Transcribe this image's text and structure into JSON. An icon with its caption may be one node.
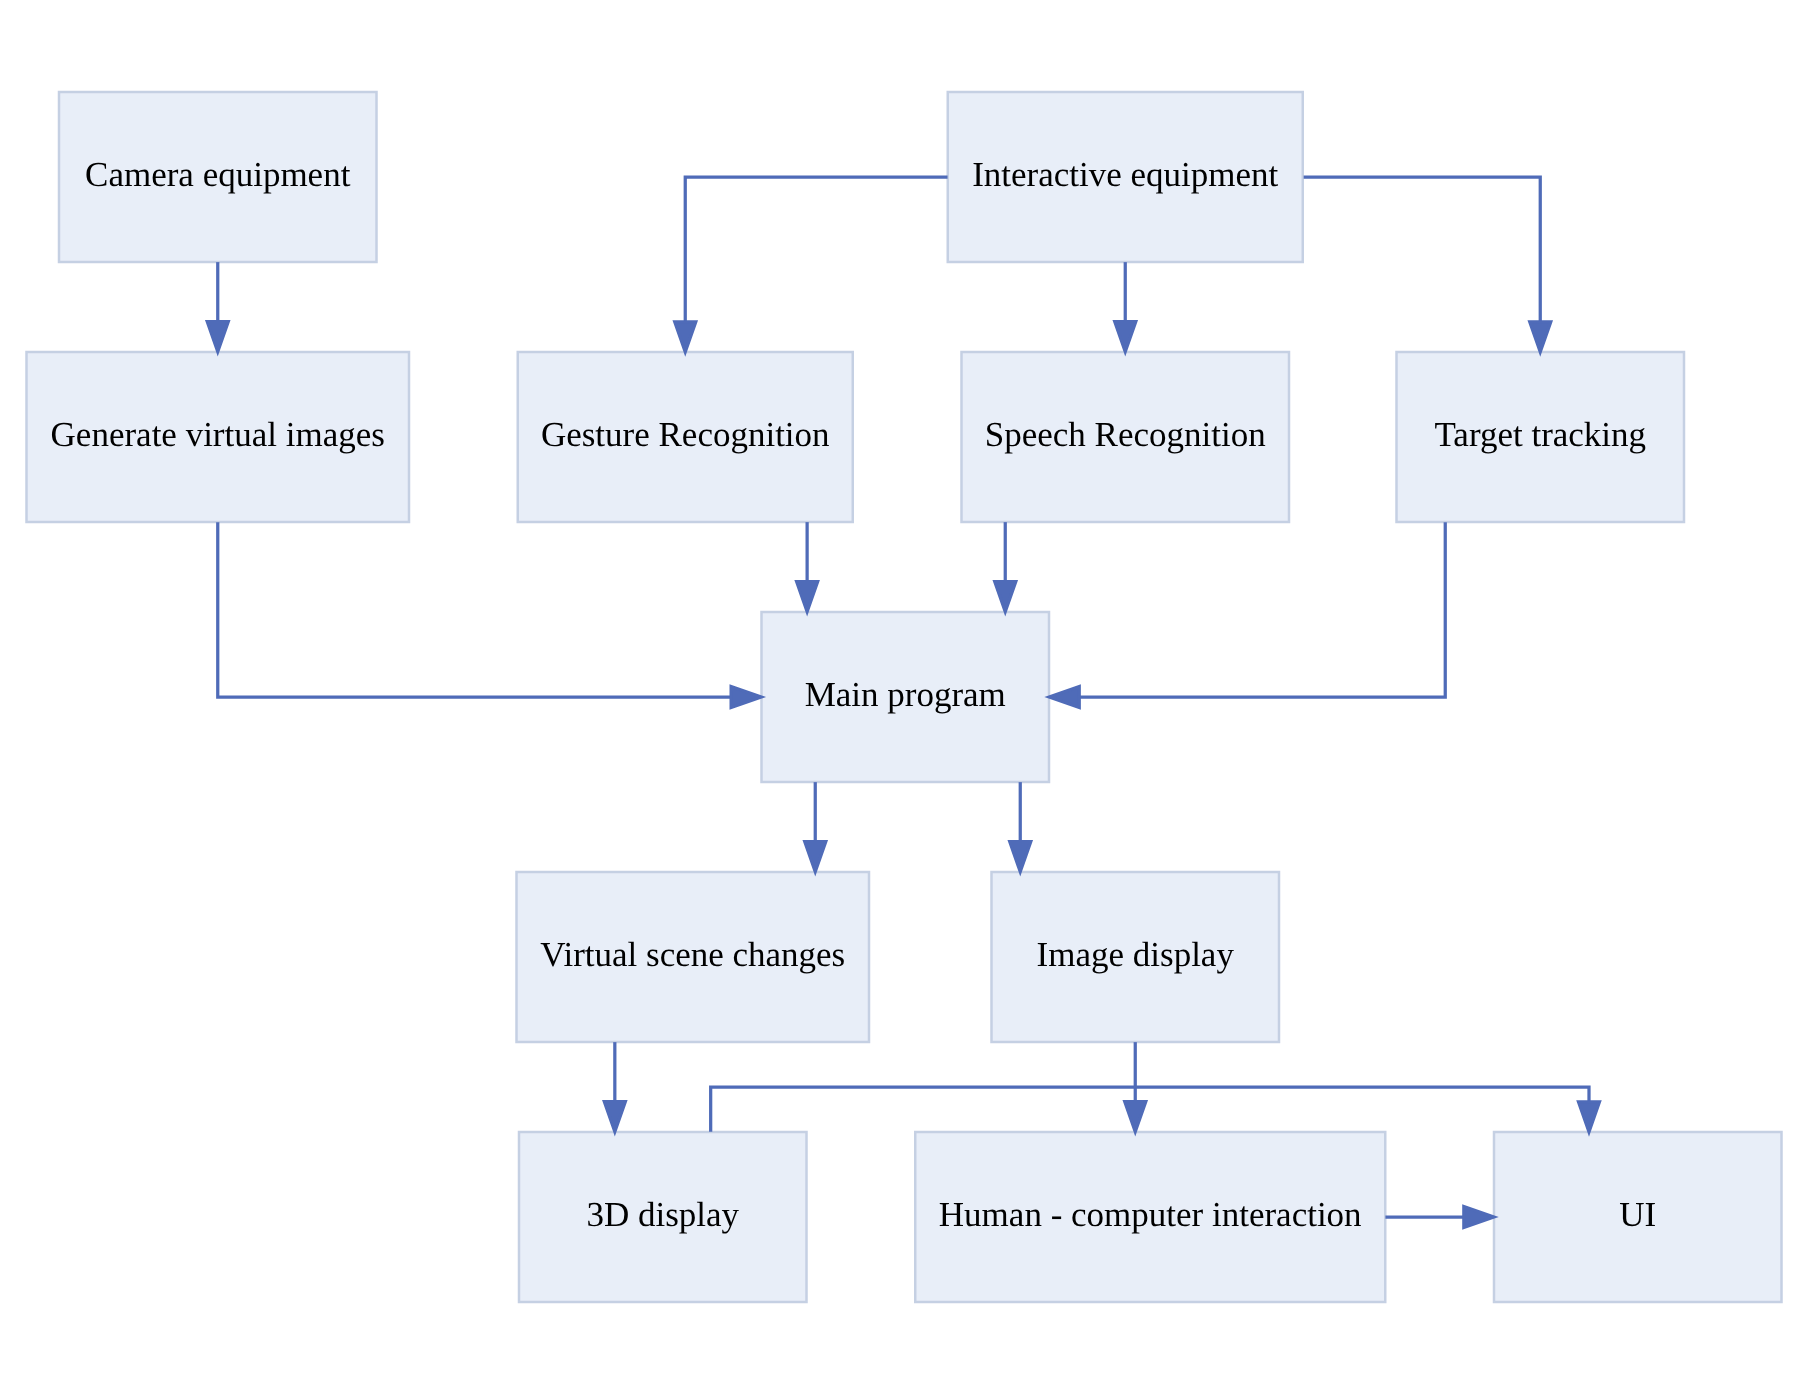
{
  "diagram": {
    "nodes": [
      {
        "text": [
          "Camera equipment"
        ]
      },
      {
        "text": [
          "Interactive equipment"
        ]
      },
      {
        "text": [
          "Generate virtual images"
        ]
      },
      {
        "text": [
          "Gesture Recognition"
        ]
      },
      {
        "text": [
          "Speech Recognition"
        ]
      },
      {
        "text": [
          "Target tracking"
        ]
      },
      {
        "text": [
          "Main program"
        ]
      },
      {
        "text": [
          "Virtual scene changes"
        ]
      },
      {
        "text": [
          "Image display"
        ]
      },
      {
        "text": [
          "3D display"
        ]
      },
      {
        "text": [
          "UI"
        ]
      },
      {
        "text": [
          "Human - computer interaction"
        ]
      }
    ],
    "edges": [
      {
        "from": 0,
        "to": 2,
        "arrow": "to"
      },
      {
        "from": 1,
        "to": 3,
        "arrow": "to"
      },
      {
        "from": 1,
        "to": 4,
        "arrow": "to"
      },
      {
        "from": 1,
        "to": 5,
        "arrow": "to"
      },
      {
        "from": 2,
        "to": 6,
        "arrow": "to"
      },
      {
        "from": 3,
        "to": 6,
        "arrow": "to"
      },
      {
        "from": 4,
        "to": 6,
        "arrow": "to"
      },
      {
        "from": 5,
        "to": 6,
        "arrow": "to"
      },
      {
        "from": 6,
        "to": 7,
        "arrow": "to"
      },
      {
        "from": 6,
        "to": 8,
        "arrow": "to"
      },
      {
        "from": 7,
        "to": 9,
        "arrow": "to"
      },
      {
        "from": 8,
        "to": 11,
        "arrow": "to"
      },
      {
        "from": 9,
        "to": 10,
        "arrow": "to"
      },
      {
        "from": 11,
        "to": 10,
        "arrow": "to"
      }
    ]
  }
}
